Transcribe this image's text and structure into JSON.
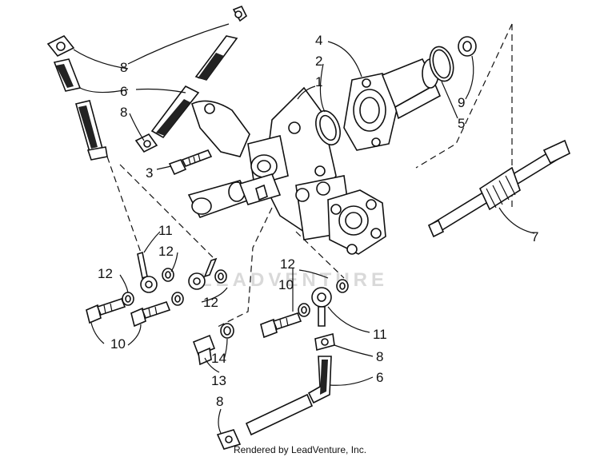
{
  "diagram": {
    "callouts": {
      "c1": "1",
      "c2": "2",
      "c3": "3",
      "c4": "4",
      "c5": "5",
      "c6a": "6",
      "c6b": "6",
      "c7": "7",
      "c8a": "8",
      "c8b": "8",
      "c8c": "8",
      "c8d": "8",
      "c9": "9",
      "c10a": "10",
      "c10b": "10",
      "c11a": "11",
      "c11b": "11",
      "c12a": "12",
      "c12b": "12",
      "c12c": "12",
      "c12d": "12",
      "c13": "13",
      "c14": "14"
    },
    "watermark": "LEADVENTURE",
    "footer": "Rendered by LeadVenture, Inc."
  }
}
